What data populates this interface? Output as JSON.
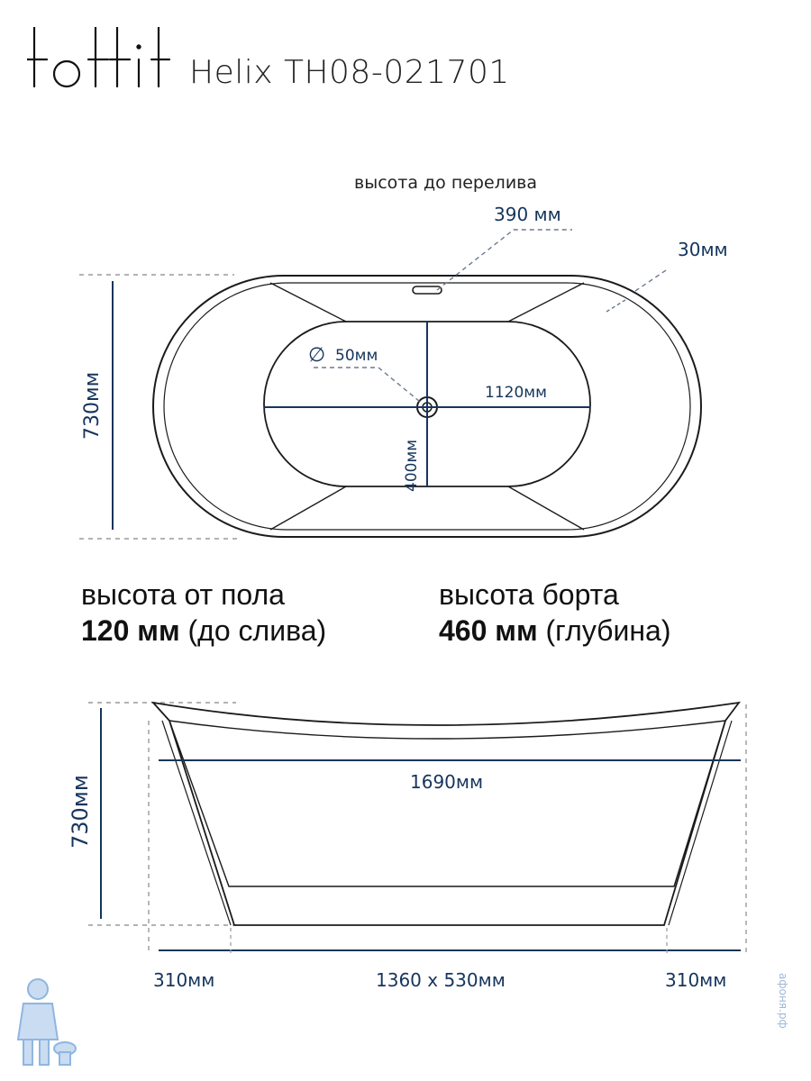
{
  "brand": {
    "logo_text": "tOttit",
    "model": "Helix TH08-021701"
  },
  "top_view": {
    "overflow_label": "высота до перелива",
    "overflow_value": "390 мм",
    "rim_thickness": "30мм",
    "drain_diameter": "50мм",
    "diameter_symbol": "∅",
    "inner_length": "1120мм",
    "inner_width": "400мм",
    "outer_width": "730мм"
  },
  "specs": {
    "floor_height_label": "высота от пола",
    "floor_height_value": "120 мм",
    "floor_height_note": "(до слива)",
    "rim_height_label": "высота борта",
    "rim_height_value": "460 мм",
    "rim_height_note": "(глубина)"
  },
  "side_view": {
    "length": "1690мм",
    "height": "730мм",
    "left_offset": "310мм",
    "base": "1360 x 530мм",
    "right_offset": "310мм"
  },
  "colors": {
    "dimension": "#16355c",
    "outline": "#1b1b1b",
    "guide": "#9a9a9a",
    "mascot": "#8fb6e0"
  },
  "watermark": "афоня.рф"
}
